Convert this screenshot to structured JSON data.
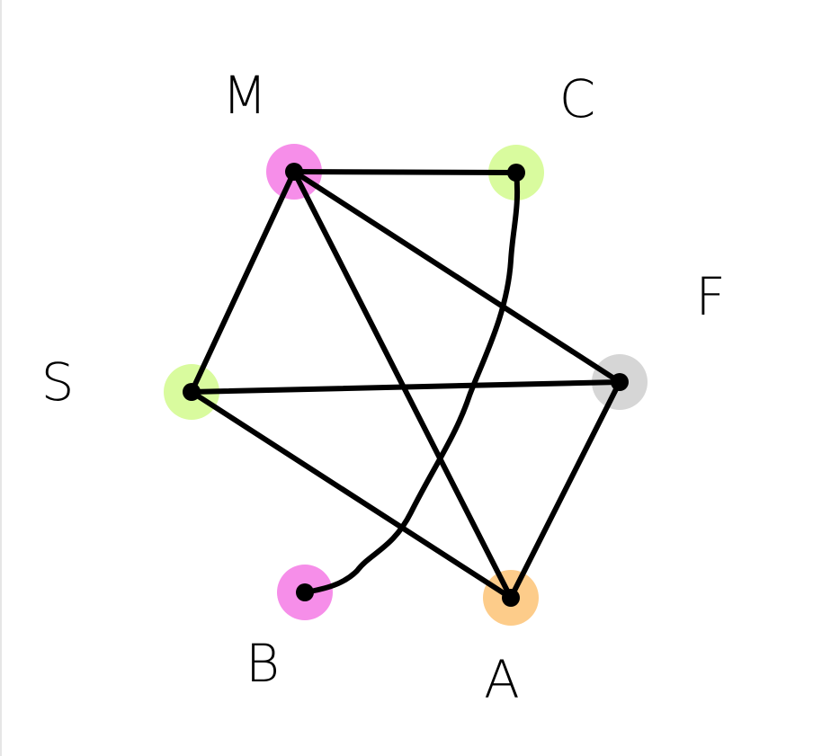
{
  "diagram": {
    "type": "graph",
    "nodes": [
      {
        "id": "M",
        "label": "M",
        "highlight": "#f68ee9"
      },
      {
        "id": "C",
        "label": "C",
        "highlight": "#d9fb9e"
      },
      {
        "id": "F",
        "label": "F",
        "highlight": "#d6d6d6"
      },
      {
        "id": "S",
        "label": "S",
        "highlight": "#d9fb9e"
      },
      {
        "id": "B",
        "label": "B",
        "highlight": "#f68ee9"
      },
      {
        "id": "A",
        "label": "A",
        "highlight": "#fdcc8a"
      }
    ],
    "edges": [
      {
        "from": "M",
        "to": "C"
      },
      {
        "from": "M",
        "to": "S"
      },
      {
        "from": "M",
        "to": "F"
      },
      {
        "from": "M",
        "to": "A"
      },
      {
        "from": "S",
        "to": "F"
      },
      {
        "from": "S",
        "to": "A"
      },
      {
        "from": "F",
        "to": "A"
      },
      {
        "from": "C",
        "to": "B"
      }
    ]
  }
}
